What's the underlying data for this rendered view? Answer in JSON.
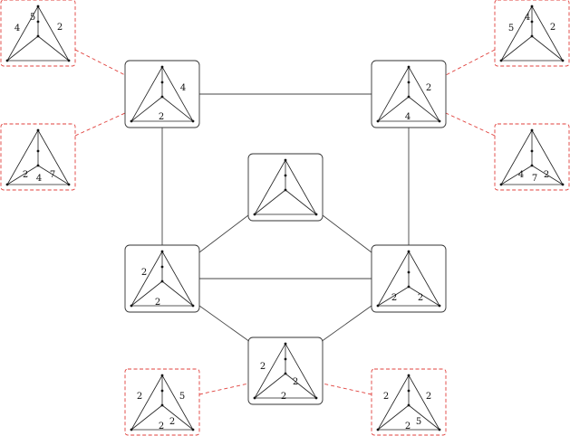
{
  "colors": {
    "box_stroke": "#333333",
    "connector": "#444444",
    "dashed": "#e0403c",
    "edge": "#222222",
    "vertex": "#111111"
  },
  "diagram": {
    "nodes": [
      {
        "id": "n1",
        "kind": "main",
        "labels": [
          "4",
          "2"
        ]
      },
      {
        "id": "n2",
        "kind": "main",
        "labels": [
          "2",
          "4"
        ]
      },
      {
        "id": "n3",
        "kind": "main",
        "labels": []
      },
      {
        "id": "n4",
        "kind": "main",
        "labels": [
          "2",
          "2"
        ]
      },
      {
        "id": "n5",
        "kind": "main",
        "labels": [
          "2",
          "2"
        ]
      },
      {
        "id": "n6",
        "kind": "main",
        "labels": [
          "2",
          "2",
          "2"
        ]
      },
      {
        "id": "d1",
        "kind": "dashed",
        "labels": [
          "4",
          "5",
          "2"
        ]
      },
      {
        "id": "d2",
        "kind": "dashed",
        "labels": [
          "2",
          "4",
          "7"
        ]
      },
      {
        "id": "d3",
        "kind": "dashed",
        "labels": [
          "5",
          "4",
          "2"
        ]
      },
      {
        "id": "d4",
        "kind": "dashed",
        "labels": [
          "4",
          "7",
          "2"
        ]
      },
      {
        "id": "d5",
        "kind": "dashed",
        "labels": [
          "2",
          "5",
          "2",
          "2"
        ]
      },
      {
        "id": "d6",
        "kind": "dashed",
        "labels": [
          "2",
          "2",
          "5",
          "2"
        ]
      }
    ],
    "connections": [
      {
        "from": "n1",
        "to": "n2",
        "style": "solid"
      },
      {
        "from": "n1",
        "to": "n4",
        "style": "solid"
      },
      {
        "from": "n2",
        "to": "n5",
        "style": "solid"
      },
      {
        "from": "n3",
        "to": "n4",
        "style": "solid"
      },
      {
        "from": "n3",
        "to": "n5",
        "style": "solid"
      },
      {
        "from": "n4",
        "to": "n5",
        "style": "solid"
      },
      {
        "from": "n4",
        "to": "n6",
        "style": "solid"
      },
      {
        "from": "n5",
        "to": "n6",
        "style": "solid"
      },
      {
        "from": "d1",
        "to": "n1",
        "style": "dashed"
      },
      {
        "from": "d2",
        "to": "n1",
        "style": "dashed"
      },
      {
        "from": "d3",
        "to": "n2",
        "style": "dashed"
      },
      {
        "from": "d4",
        "to": "n2",
        "style": "dashed"
      },
      {
        "from": "d5",
        "to": "n6",
        "style": "dashed"
      },
      {
        "from": "d6",
        "to": "n6",
        "style": "dashed"
      }
    ]
  }
}
